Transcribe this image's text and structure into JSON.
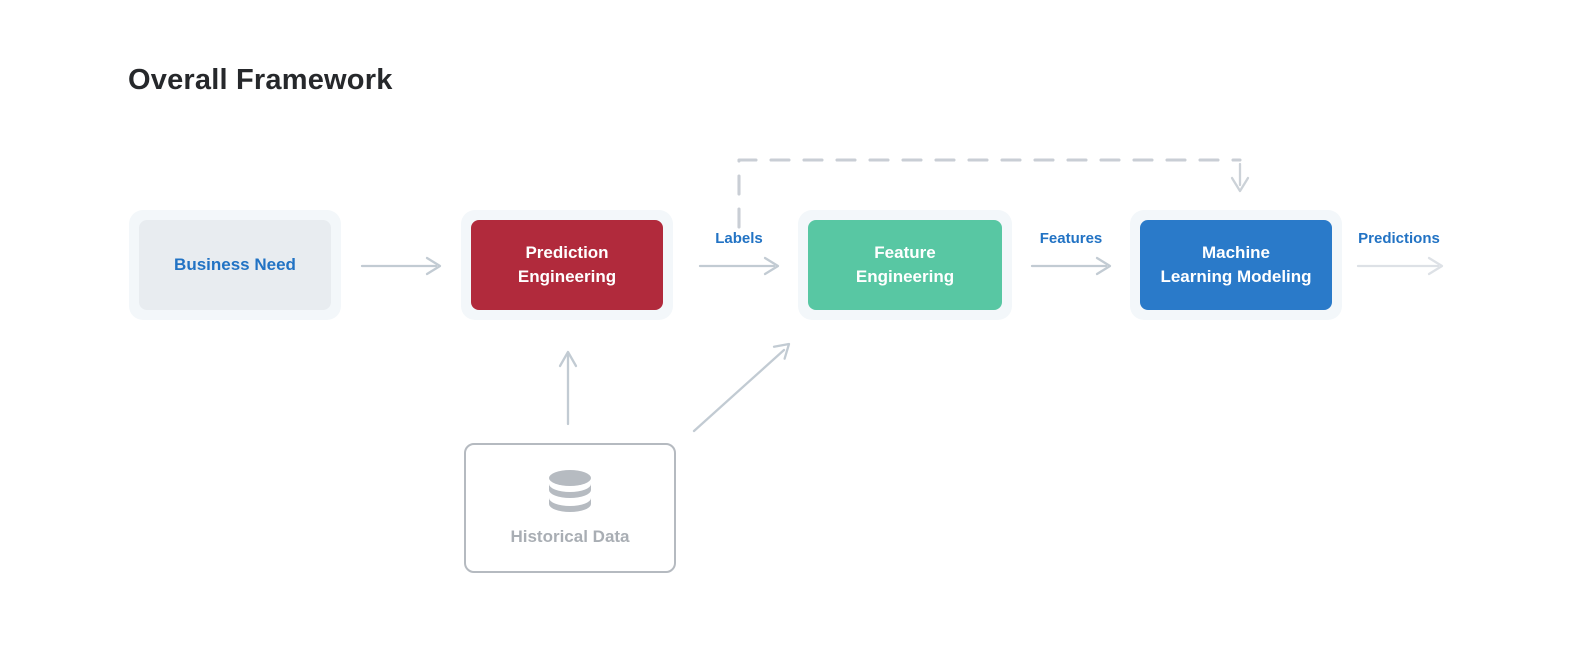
{
  "page": {
    "title": "Overall Framework",
    "background": "#ffffff",
    "title_color": "#26282b"
  },
  "diagram": {
    "nodes": {
      "business_need": {
        "label": "Business Need",
        "fill": "#e8ecf0",
        "halo": "#f3f7fa",
        "text_color": "#2273c4"
      },
      "prediction_engineering": {
        "lines": [
          "Prediction",
          "Engineering"
        ],
        "fill": "#b12a3c",
        "halo": "#f3f7fa",
        "text_color": "#ffffff"
      },
      "feature_engineering": {
        "lines": [
          "Feature",
          "Engineering"
        ],
        "fill": "#58c7a3",
        "halo": "#f3f7fa",
        "text_color": "#ffffff"
      },
      "machine_learning_modeling": {
        "lines": [
          "Machine",
          "Learning Modeling"
        ],
        "fill": "#2a7ac9",
        "halo": "#f3f7fa",
        "text_color": "#ffffff"
      },
      "historical_data": {
        "label": "Historical Data",
        "icon": "database-icon",
        "icon_color": "#b6bbc1",
        "text_color": "#a9aeb4",
        "border_color": "#b5bac0"
      }
    },
    "edge_labels": {
      "labels": "Labels",
      "features": "Features",
      "predictions": "Predictions",
      "color": "#2273c4"
    },
    "edges": [
      {
        "from": "business-need",
        "to": "prediction-engineering",
        "style": "solid-arrow",
        "label": ""
      },
      {
        "from": "prediction-engineering",
        "to": "feature-engineering",
        "style": "solid-arrow",
        "label": "Labels"
      },
      {
        "from": "feature-engineering",
        "to": "machine-learning-modeling",
        "style": "solid-arrow",
        "label": "Features"
      },
      {
        "from": "machine-learning-modeling",
        "to": "output",
        "style": "solid-arrow",
        "label": "Predictions"
      },
      {
        "from": "historical-data",
        "to": "prediction-engineering",
        "style": "solid-arrow",
        "label": ""
      },
      {
        "from": "historical-data",
        "to": "feature-engineering",
        "style": "solid-arrow",
        "label": ""
      },
      {
        "from": "prediction-engineering",
        "to": "machine-learning-modeling",
        "style": "dashed-arrow",
        "label": ""
      }
    ],
    "arrow_colors": {
      "default": "#c2cbd3",
      "light": "#dde1e6",
      "dashed": "#c9ced5"
    }
  }
}
